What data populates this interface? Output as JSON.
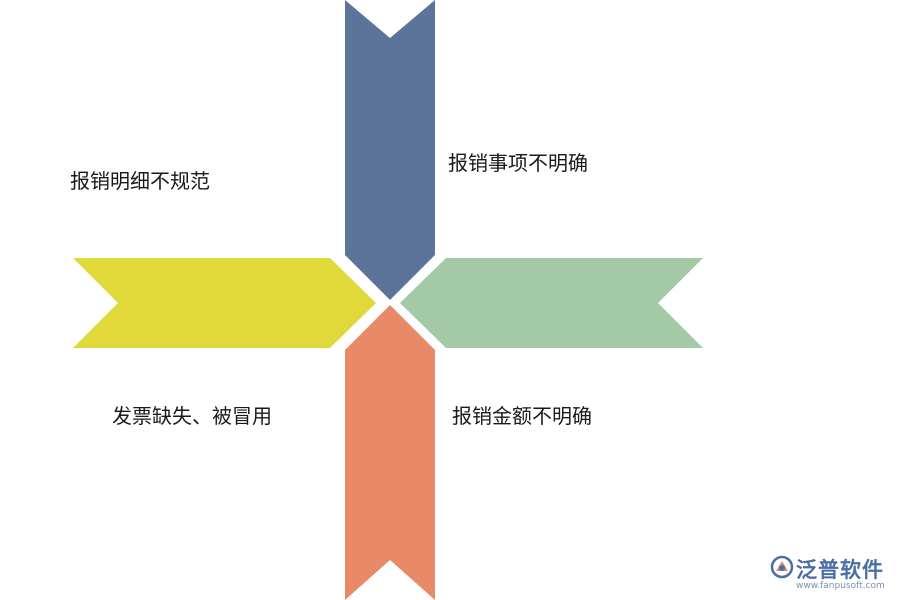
{
  "diagram": {
    "items": [
      {
        "id": "top",
        "label": "报销事项不明确",
        "color": "#5c7499"
      },
      {
        "id": "left",
        "label": "报销明细不规范",
        "color": "#e1d83a"
      },
      {
        "id": "right",
        "label": "",
        "color": "#a3c9a7"
      },
      {
        "id": "bottom",
        "label": "报销金额不明确",
        "color": "#e88a67"
      }
    ],
    "captions": {
      "top_left": "报销明细不规范",
      "top_right": "报销事项不明确",
      "bottom_left": "发票缺失、被冒用",
      "bottom_right": "报销金额不明确"
    }
  },
  "watermark": {
    "brand": "泛普软件",
    "url": "www.fanpusoft.com",
    "icon": "fanpu-logo-icon"
  }
}
